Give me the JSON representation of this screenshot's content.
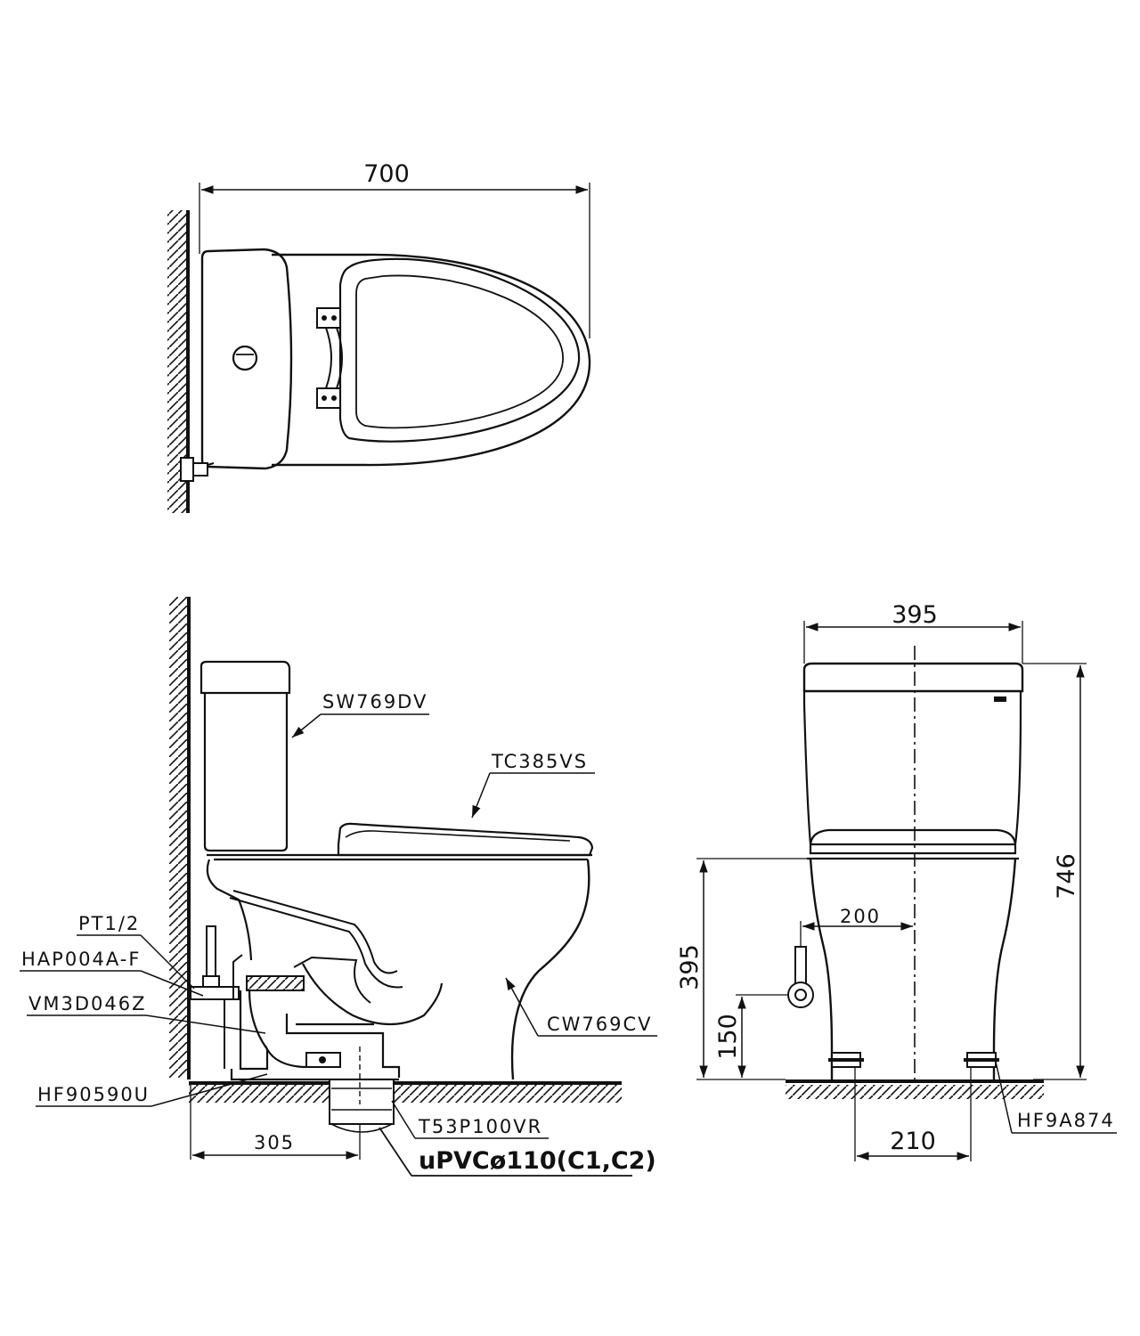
{
  "top_view": {
    "dim_width": "700"
  },
  "side_view": {
    "labels": {
      "tank": "SW769DV",
      "seat": "TC385VS",
      "bowl": "CW769CV",
      "inlet_thread": "PT1/2",
      "hose": "HAP004A-F",
      "valve": "VM3D046Z",
      "flange": "HF90590U",
      "adapter": "T53P100VR",
      "pipe": "uPVCø110(C1,C2)"
    },
    "dim_roughin": "305"
  },
  "front_view": {
    "dim_width": "395",
    "dim_height": "746",
    "dim_bowl_height": "395",
    "dim_inlet_height": "150",
    "dim_inlet_offset": "200",
    "dim_bolt_spacing": "210",
    "label_bolt": "HF9A874"
  },
  "colors": {
    "line": "#111111",
    "background": "#ffffff"
  }
}
